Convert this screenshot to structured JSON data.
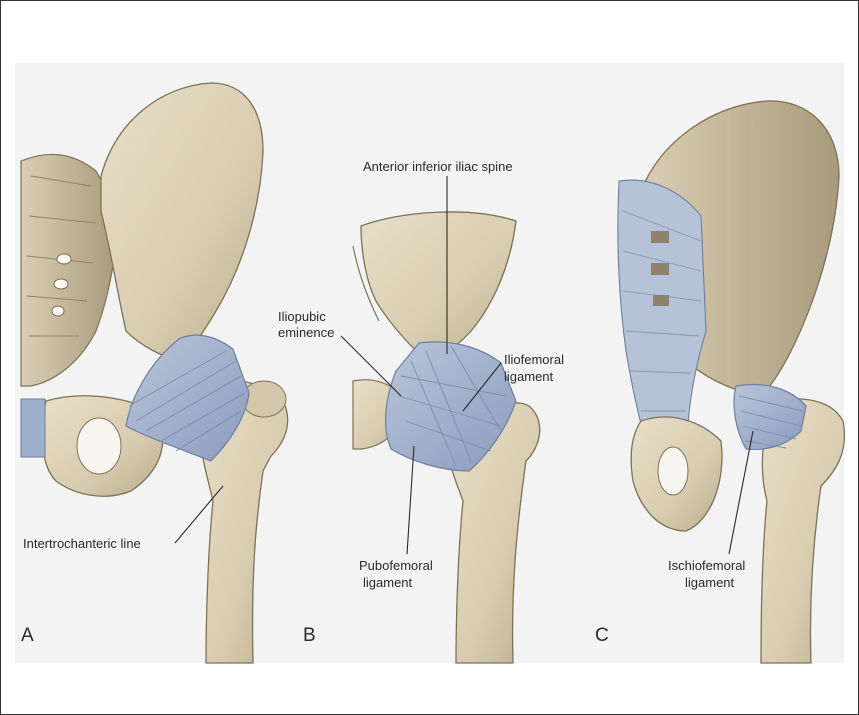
{
  "panels": [
    {
      "letter": "A",
      "labels": {
        "intertrochanteric": "Intertrochanteric line"
      }
    },
    {
      "letter": "B",
      "labels": {
        "aiis": "Anterior inferior iliac spine",
        "iliopubic_1": "Iliopubic",
        "iliopubic_2": "eminence",
        "iliofemoral_1": "Iliofemoral",
        "iliofemoral_2": "ligament",
        "pubofemoral_1": "Pubofemoral",
        "pubofemoral_2": "ligament"
      }
    },
    {
      "letter": "C",
      "labels": {
        "ischiofemoral_1": "Ischiofemoral",
        "ischiofemoral_2": "ligament"
      }
    }
  ],
  "colors": {
    "bone": "#ddd3bb",
    "bone_shade": "#bdb196",
    "bone_outline": "#7d7258",
    "ligament": "#a9b7cf",
    "ligament_dark": "#8194b4",
    "plate_bg": "#f2f2f2"
  }
}
